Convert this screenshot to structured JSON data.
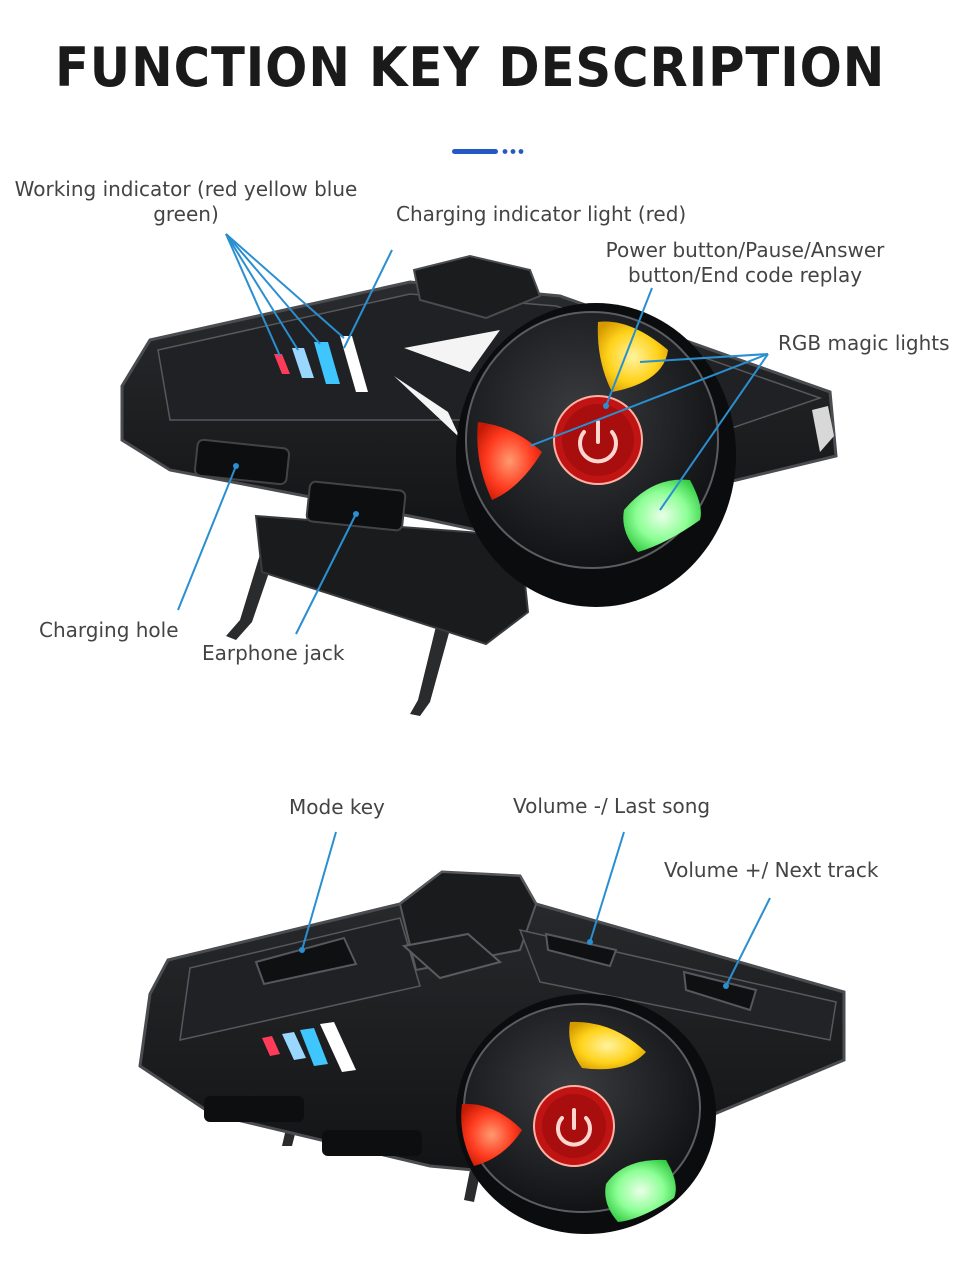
{
  "title": "FUNCTION KEY DESCRIPTION",
  "colors": {
    "leader_line": "#2a8fd0",
    "accent_blue": "#2458c4",
    "device_body": "#1c1d1f",
    "led_red": "#ff3a1f",
    "led_yellow": "#ffd21a",
    "led_green": "#7dff8a",
    "power_button": "#c01414"
  },
  "top_device": {
    "labels": {
      "working_indicator_line1": "Working indicator (red yellow blue",
      "working_indicator_line2": "green)",
      "charging_indicator": "Charging indicator light (red)",
      "power_button_line1": "Power button/Pause/Answer",
      "power_button_line2": "button/End code replay",
      "rgb_lights": "RGB magic lights",
      "charging_hole": "Charging hole",
      "earphone_jack": "Earphone jack"
    }
  },
  "bottom_device": {
    "labels": {
      "mode_key": "Mode key",
      "volume_minus": "Volume -/ Last song",
      "volume_plus": "Volume +/ Next track"
    }
  }
}
